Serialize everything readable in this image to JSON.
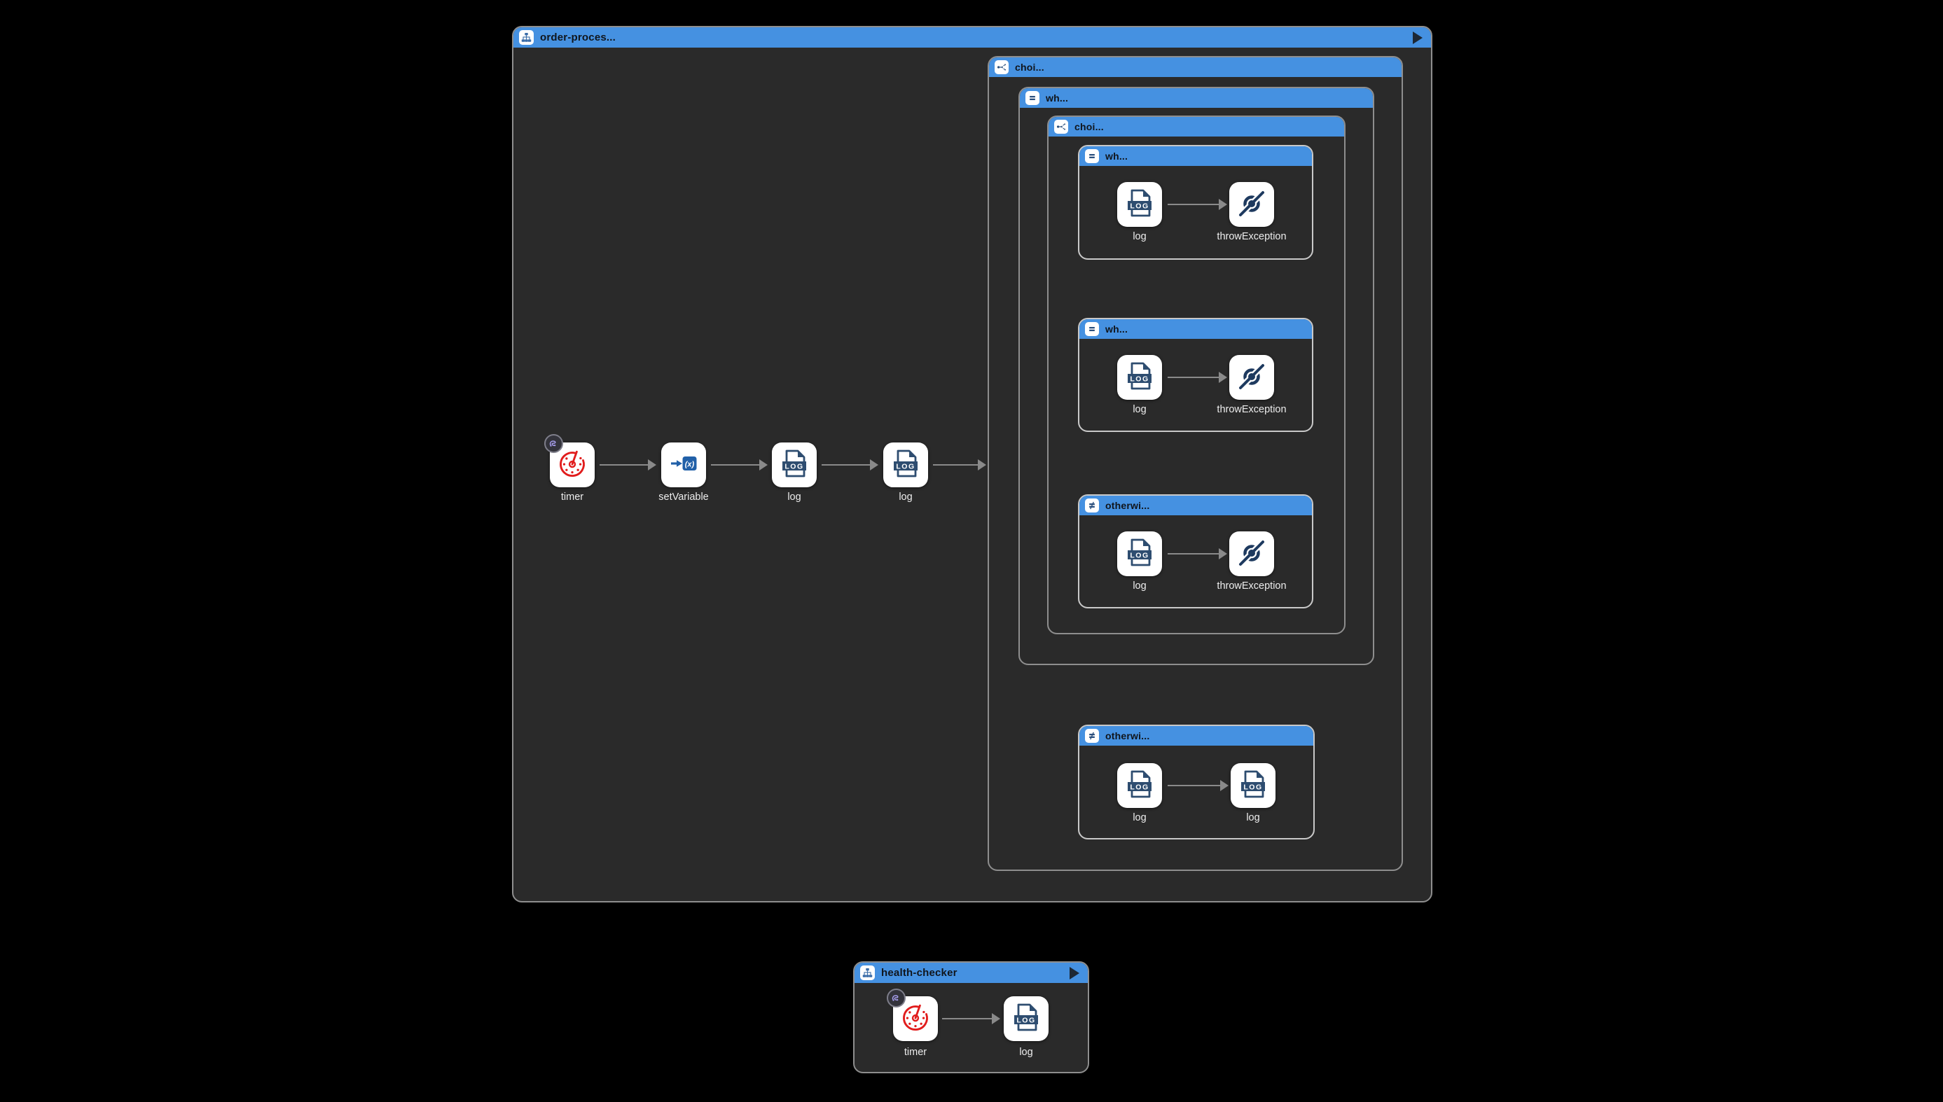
{
  "colors": {
    "canvas_bg": "#000000",
    "container_bg": "#2a2a2a",
    "header_blue": "#4591e1",
    "header_text": "#10151c",
    "outer_border": "#8e8e8e",
    "leaf_border": "#c9c9c9",
    "node_label": "#ededed",
    "arrow_gray": "#8a8a8a",
    "icon_navy": "#2e4d70",
    "exception_navy": "#1e3a5f",
    "timer_red": "#e11c1c",
    "set_variable_blue": "#2160a8",
    "badge_purple": "#a89ff0"
  },
  "icons": {
    "route_icon": "sitemap",
    "play_icon": "play-triangle",
    "choice_icon": "branching-paths",
    "when_icon": "equals",
    "otherwise_icon": "not-equals",
    "flow_badge_icon": "route-squiggle",
    "timer_icon": "red-stopwatch",
    "set_variable_icon": "arrow-into-variable",
    "log_icon": "log-document",
    "throw_exception_icon": "slashed-circle",
    "log_text": "LOG",
    "set_variable_text": "(x)"
  },
  "routes": {
    "order": {
      "title": "order-proces...",
      "flow": [
        {
          "label": "timer"
        },
        {
          "label": "setVariable"
        },
        {
          "label": "log"
        },
        {
          "label": "log"
        }
      ],
      "choice": {
        "title": "choi...",
        "when": {
          "title": "wh...",
          "choice": {
            "title": "choi...",
            "when1": {
              "title": "wh...",
              "steps": [
                {
                  "label": "log"
                },
                {
                  "label": "throwException"
                }
              ]
            },
            "when2": {
              "title": "wh...",
              "steps": [
                {
                  "label": "log"
                },
                {
                  "label": "throwException"
                }
              ]
            },
            "otherwise": {
              "title": "otherwi...",
              "steps": [
                {
                  "label": "log"
                },
                {
                  "label": "throwException"
                }
              ]
            }
          }
        },
        "otherwise": {
          "title": "otherwi...",
          "steps": [
            {
              "label": "log"
            },
            {
              "label": "log"
            }
          ]
        }
      }
    },
    "health": {
      "title": "health-checker",
      "steps": [
        {
          "label": "timer"
        },
        {
          "label": "log"
        }
      ]
    }
  }
}
